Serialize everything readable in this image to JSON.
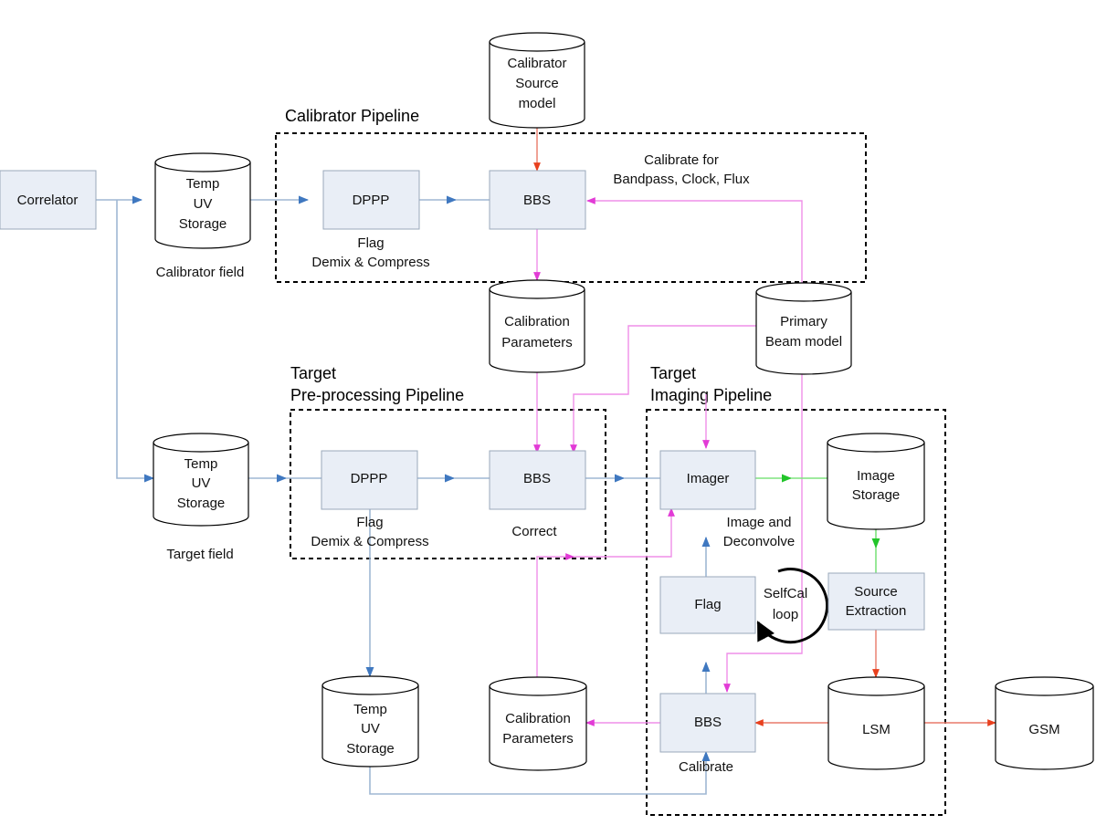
{
  "frames": {
    "calibrator": "Calibrator Pipeline",
    "preproc_line1": "Target",
    "preproc_line2": "Pre-processing Pipeline",
    "imaging_line1": "Target",
    "imaging_line2": "Imaging Pipeline"
  },
  "processes": {
    "correlator": "Correlator",
    "dppp_cal": "DPPP",
    "bbs_cal": "BBS",
    "dppp_target": "DPPP",
    "bbs_target": "BBS",
    "imager": "Imager",
    "flag": "Flag",
    "bbs_image": "BBS",
    "source_extraction_1": "Source",
    "source_extraction_2": "Extraction"
  },
  "stores": {
    "temp_cal": [
      "Temp",
      "UV",
      "Storage"
    ],
    "cal_source_model": [
      "Calibrator",
      "Source",
      "model"
    ],
    "cal_params_top": [
      "Calibration",
      "Parameters"
    ],
    "primary_beam": [
      "Primary",
      "Beam model"
    ],
    "temp_target": [
      "Temp",
      "UV",
      "Storage"
    ],
    "image_storage": [
      "Image",
      "Storage"
    ],
    "temp_bottom": [
      "Temp",
      "UV",
      "Storage"
    ],
    "cal_params_bottom": [
      "Calibration",
      "Parameters"
    ],
    "lsm": [
      "LSM"
    ],
    "gsm": [
      "GSM"
    ]
  },
  "labels": {
    "calibrator_field": "Calibrator field",
    "target_field": "Target field",
    "flag_cal_1": "Flag",
    "flag_cal_2": "Demix & Compress",
    "flag_target_1": "Flag",
    "flag_target_2": "Demix & Compress",
    "calibrate_for_1": "Calibrate for",
    "calibrate_for_2": "Bandpass, Clock, Flux",
    "correct": "Correct",
    "image_deconvolve_1": "Image and",
    "image_deconvolve_2": "Deconvolve",
    "selfcal_1": "SelfCal",
    "selfcal_2": "loop",
    "calibrate": "Calibrate"
  },
  "colors": {
    "data_flow": "#9fb7d3",
    "arrowhead_blue": "#3f78c0",
    "calibration_flow": "#ef8fe8",
    "model_flow": "#e87a6a",
    "image_flow": "#7fe37f",
    "process_fill": "#e9eef6"
  }
}
